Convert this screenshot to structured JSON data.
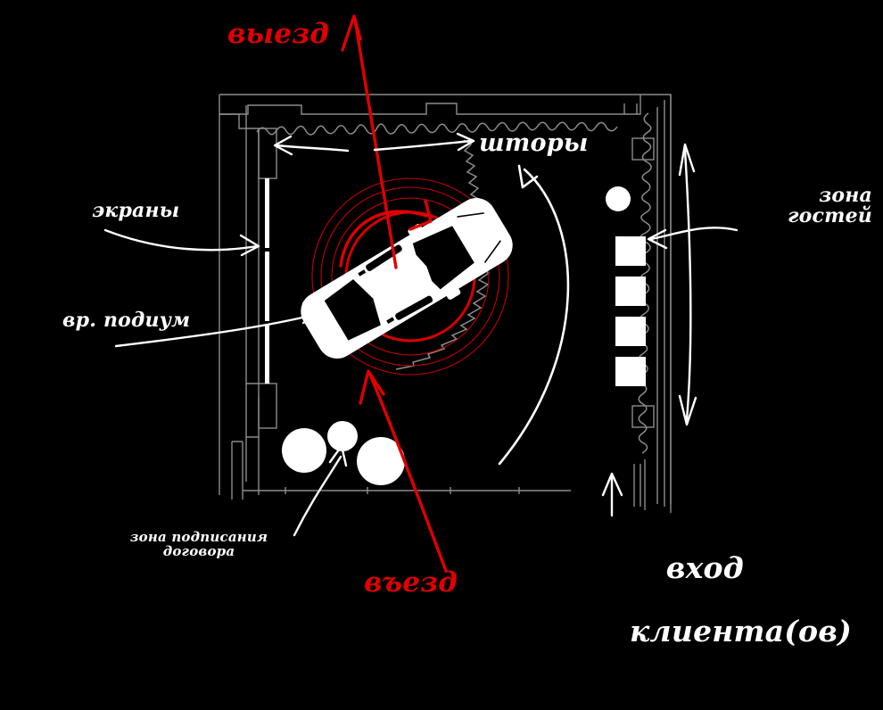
{
  "plan": {
    "title": "Showroom floor plan",
    "background_color": "#000000",
    "wall_color": "#9a9a9a",
    "accent_color": "#e00000",
    "object_color": "#ffffff"
  },
  "labels": {
    "exit": {
      "text": "выезд",
      "color": "#e00000",
      "kind": "handwritten"
    },
    "entry_car": {
      "text": "въезд",
      "color": "#e00000",
      "kind": "handwritten"
    },
    "curtains": {
      "text": "шторы",
      "color": "#ffffff",
      "kind": "handwritten"
    },
    "screens": {
      "text": "экраны",
      "color": "#ffffff",
      "kind": "handwritten"
    },
    "podium": {
      "text": "вр. подиум",
      "color": "#ffffff",
      "kind": "handwritten"
    },
    "guest_zone": {
      "text": "зона\nгостей",
      "color": "#ffffff",
      "kind": "handwritten"
    },
    "signing_zone": {
      "text": "зона подписания\nдоговора",
      "color": "#ffffff",
      "kind": "handwritten"
    },
    "client_entrance_line1": {
      "text": "вход",
      "color": "#ffffff",
      "kind": "handwritten"
    },
    "client_entrance_line2": {
      "text": "клиента(ов)",
      "color": "#ffffff",
      "kind": "handwritten"
    }
  },
  "objects": {
    "car": {
      "name": "car-top-view",
      "rotation_deg": -31,
      "color": "#ffffff"
    },
    "turntable": {
      "name": "rotating-podium",
      "rings": 4,
      "color": "#e00000"
    },
    "guest_seats": {
      "count": 4,
      "shape": "square",
      "color": "#ffffff"
    },
    "guest_table": {
      "count": 1,
      "shape": "circle",
      "color": "#ffffff"
    },
    "signing_tables": {
      "count": 3,
      "shape": "circle",
      "color": "#ffffff"
    },
    "screens": {
      "count": 1,
      "shape": "vertical-strip",
      "color": "#ffffff"
    }
  },
  "arrows": {
    "exit_route": {
      "color": "#e00000",
      "direction": "up"
    },
    "entry_route": {
      "color": "#e00000",
      "direction": "up-into-podium"
    },
    "rotation": {
      "color": "#e00000",
      "direction": "clockwise"
    },
    "guest_zone_extent": {
      "color": "#ffffff",
      "direction": "double-vertical"
    },
    "client_entrance": {
      "color": "#ffffff",
      "direction": "up"
    }
  }
}
